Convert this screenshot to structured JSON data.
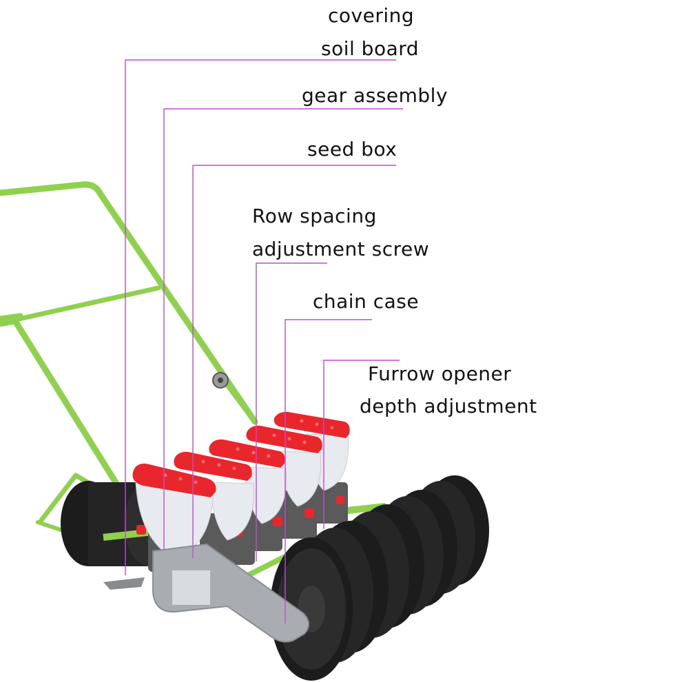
{
  "labels": {
    "covering_line1": "covering",
    "covering_line2": "soil board",
    "gear": "gear assembly",
    "seed": "seed box",
    "row_line1": "Row spacing",
    "row_line2": "adjustment screw",
    "chain": "chain case",
    "furrow_line1": "Furrow opener",
    "furrow_line2": "depth adjustment"
  },
  "colors": {
    "leader": "#c04ad8",
    "frame": "#8fd14f",
    "seed_lid": "#e8262c",
    "wheel": "#1c1c1c",
    "plate": "#a9adb2",
    "text": "#111111"
  }
}
